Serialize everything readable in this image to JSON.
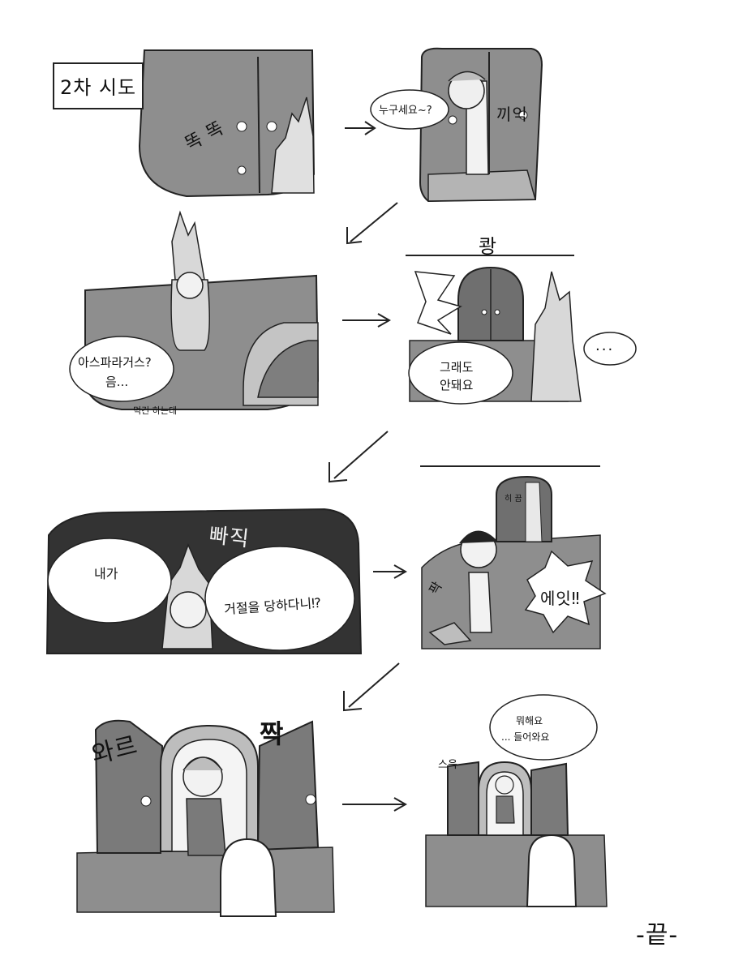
{
  "comic": {
    "panel1": {
      "label": "2차 시도",
      "sfx_knock": "똑 똑"
    },
    "panel2": {
      "speech": "누구세요~?",
      "sfx_door": "끼익"
    },
    "panel3": {
      "speech_line1": "아스파라거스?",
      "speech_line2": "음...",
      "small_note": "먹긴 하는데"
    },
    "panel4": {
      "sfx_slam": "쾅",
      "speech_line1": "그래도",
      "speech_line2": "안돼요",
      "ellipsis": "..."
    },
    "panel5": {
      "sfx_snap": "빠직",
      "speech_left": "내가",
      "speech_right": "거절을 당하다니⁉"
    },
    "panel6": {
      "sfx_peek": "히 끔",
      "sfx_flick": "팍",
      "speech": "에잇‼"
    },
    "panel7": {
      "sfx_left": "와르",
      "sfx_right": "짝"
    },
    "panel8": {
      "sfx_step": "스윽",
      "speech_line1": "뭐해요",
      "speech_line2": "... 들어와요"
    },
    "ending": "-끝-"
  }
}
